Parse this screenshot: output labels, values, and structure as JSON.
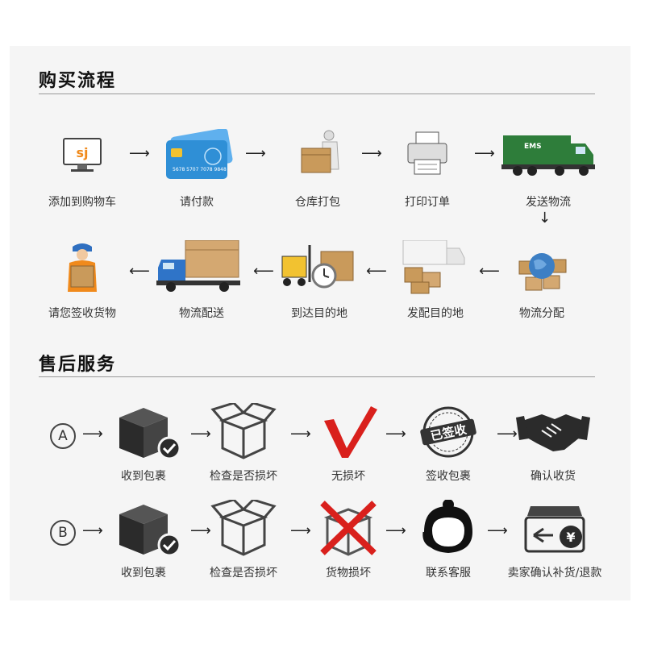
{
  "purchase": {
    "title": "购买流程",
    "steps": [
      "添加到购物车",
      "请付款",
      "仓库打包",
      "打印订单",
      "发送物流",
      "物流分配",
      "发配目的地",
      "到达目的地",
      "物流配送",
      "请您签收货物"
    ],
    "card_number": "5678 5707 7078 9848",
    "truck_brand": "EMS"
  },
  "aftersale": {
    "title": "售后服务",
    "row_a": {
      "marker": "A",
      "steps": [
        "收到包裹",
        "检查是否损坏",
        "无损坏",
        "签收包裹",
        "确认收货"
      ],
      "stamp": "已签收"
    },
    "row_b": {
      "marker": "B",
      "steps": [
        "收到包裹",
        "检查是否损坏",
        "货物损坏",
        "联系客服",
        "卖家确认补货/退款"
      ],
      "currency": "¥"
    }
  },
  "colors": {
    "check_red": "#d9201c",
    "cross_red": "#d9201c",
    "dark_icon": "#2b2b2b",
    "truck_green": "#2e7d3a",
    "box_tan": "#c99a5b",
    "card_blue": "#2f8fd6"
  }
}
